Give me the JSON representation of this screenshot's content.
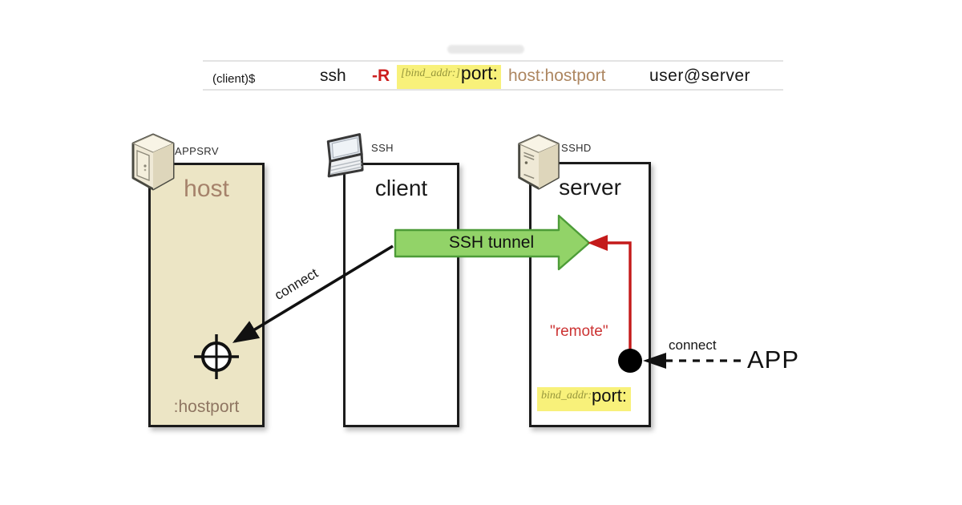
{
  "colors": {
    "highlight_yellow": "#f8f17a",
    "tunnel_green_fill": "#92d368",
    "tunnel_green_border": "#4d9c38",
    "accent_red": "#c41a1a",
    "host_box_tan": "#ece5c5",
    "brown_text": "#a5826b",
    "olive_text": "#96963c"
  },
  "command": {
    "prompt": "(client)$",
    "program": "ssh",
    "flag": "-R",
    "bind_addr": "[bind_addr:]",
    "port": "port:",
    "host_hostport": "host:hostport",
    "user_server": "user@server"
  },
  "host": {
    "badge": "APPSRV",
    "title": "host",
    "footer": ":hostport",
    "icon": "server-tower-icon"
  },
  "client": {
    "badge": "SSH",
    "title": "client",
    "icon": "laptop-icon"
  },
  "server": {
    "badge": "SSHD",
    "title": "server",
    "remote_label": "\"remote\"",
    "bind_addr": "bind_addr:",
    "port": "port:",
    "icon": "server-tower-icon"
  },
  "tunnel": {
    "label": "SSH tunnel"
  },
  "connections": {
    "left_label": "connect",
    "right_label": "connect"
  },
  "app": {
    "label": "APP"
  }
}
